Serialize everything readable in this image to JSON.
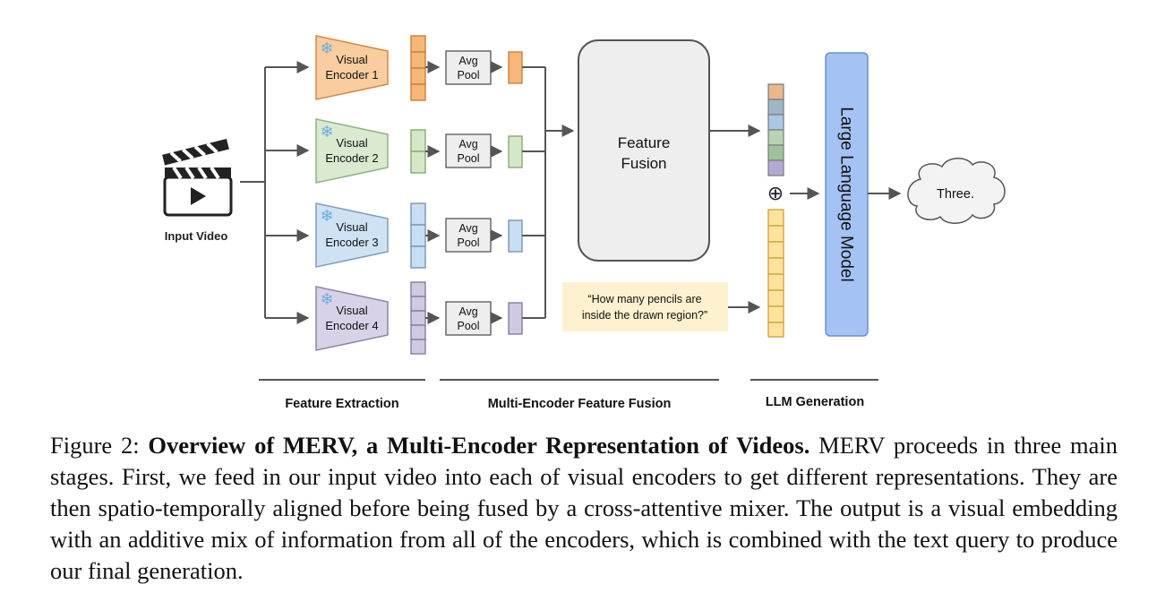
{
  "diagram": {
    "input": {
      "label": "Input Video",
      "icon": "clapperboard-icon"
    },
    "encoders": [
      {
        "label_line1": "Visual",
        "label_line2": "Encoder 1",
        "fill": "#f9cd9f",
        "stroke": "#d9873f",
        "token_fill": "#f7b77a",
        "token_stroke": "#c97930",
        "tokens": 4
      },
      {
        "label_line1": "Visual",
        "label_line2": "Encoder 2",
        "fill": "#d9ead0",
        "stroke": "#8fb381",
        "token_fill": "#d4e8c8",
        "token_stroke": "#7fa36f",
        "tokens": 2
      },
      {
        "label_line1": "Visual",
        "label_line2": "Encoder 3",
        "fill": "#cfe2f3",
        "stroke": "#7f9fc0",
        "token_fill": "#c8def2",
        "token_stroke": "#6f8fb2",
        "tokens": 3
      },
      {
        "label_line1": "Visual",
        "label_line2": "Encoder 4",
        "fill": "#d8d2e8",
        "stroke": "#8f85aa",
        "token_fill": "#d0c9e4",
        "token_stroke": "#7f7599",
        "tokens": 5
      }
    ],
    "frozen_icon": "snowflake-icon",
    "avg_pool": {
      "line1": "Avg",
      "line2": "Pool"
    },
    "fusion": {
      "line1": "Feature",
      "line2": "Fusion"
    },
    "query": {
      "line1": "“How many pencils are",
      "line2": "inside the drawn region?”",
      "fill": "#fdf1cf"
    },
    "plus_symbol": "⊕",
    "llm": {
      "label": "Large Language Model",
      "fill": "#a4c2f4",
      "stroke": "#6d8fd0"
    },
    "output": {
      "label": "Three."
    },
    "stages": [
      {
        "label": "Feature Extraction"
      },
      {
        "label": "Multi-Encoder Feature Fusion"
      },
      {
        "label": "LLM Generation"
      }
    ],
    "colors": {
      "text_token_fill": "#ffe29c",
      "text_token_stroke": "#c9a23c",
      "arrow": "#555555",
      "frozen": "#6aaee0"
    }
  },
  "caption": {
    "prefix": "Figure 2: ",
    "bold": "Overview of MERV, a Multi-Encoder Representation of Videos.",
    "body": " MERV proceeds in three main stages. First, we feed in our input video into each of visual encoders to get different representations. They are then spatio-temporally aligned before being fused by a cross-attentive mixer. The output is a visual embedding with an additive mix of information from all of the encoders, which is combined with the text query to produce our final generation."
  }
}
